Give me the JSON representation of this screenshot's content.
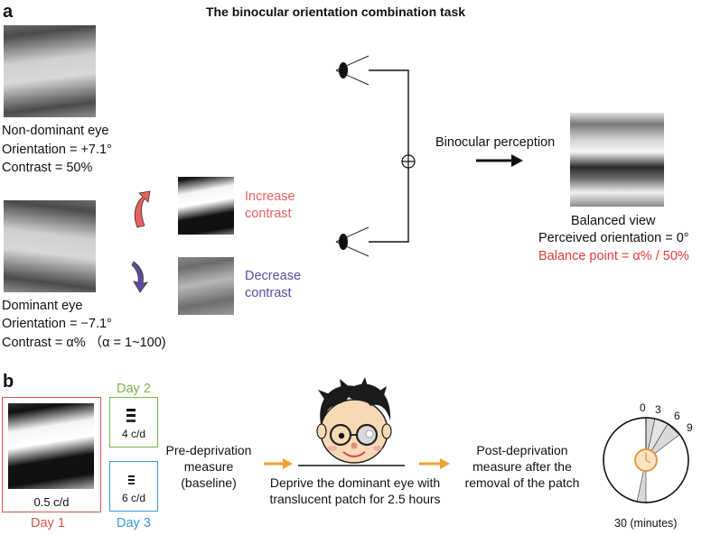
{
  "panel_a": {
    "letter": "a",
    "title": "The binocular orientation combination task",
    "non_dominant": {
      "label": "Non-dominant eye",
      "orientation": "Orientation = +7.1°",
      "contrast": "Contrast = 50%"
    },
    "dominant": {
      "label": "Dominant eye",
      "orientation": "Orientation = −7.1°",
      "contrast": "Contrast = α% （α = 1~100)"
    },
    "increase": {
      "line1": "Increase",
      "line2": "contrast",
      "color": "#e8605d"
    },
    "decrease": {
      "line1": "Decrease",
      "line2": "contrast",
      "color": "#5d4aa0"
    },
    "binocular_label": "Binocular perception",
    "combine_symbol": "⊕",
    "balanced": {
      "label": "Balanced view",
      "perceived": "Perceived orientation = 0°",
      "balance_point": "Balance point = α% / 50%",
      "balance_color": "#e03a3a"
    }
  },
  "panel_b": {
    "letter": "b",
    "day1": {
      "label": "Day 1",
      "freq": "0.5 c/d",
      "color": "#d9534f"
    },
    "day2": {
      "label": "Day 2",
      "freq": "4 c/d",
      "color": "#7ab648"
    },
    "day3": {
      "label": "Day 3",
      "freq": "6 c/d",
      "color": "#3a9ad9"
    },
    "pre": {
      "line1": "Pre-deprivation",
      "line2": "measure",
      "line3": "(baseline)"
    },
    "deprive": {
      "line1": "Deprive the dominant eye with",
      "line2": "translucent patch for 2.5 hours"
    },
    "post": {
      "line1": "Post-deprivation",
      "line2": "measure after the",
      "line3": "removal of the patch"
    },
    "clock": {
      "t0": "0",
      "t3": "3",
      "t6": "6",
      "t9": "9",
      "t30": "30 (minutes)"
    },
    "arrow_color": "#f0a030"
  }
}
